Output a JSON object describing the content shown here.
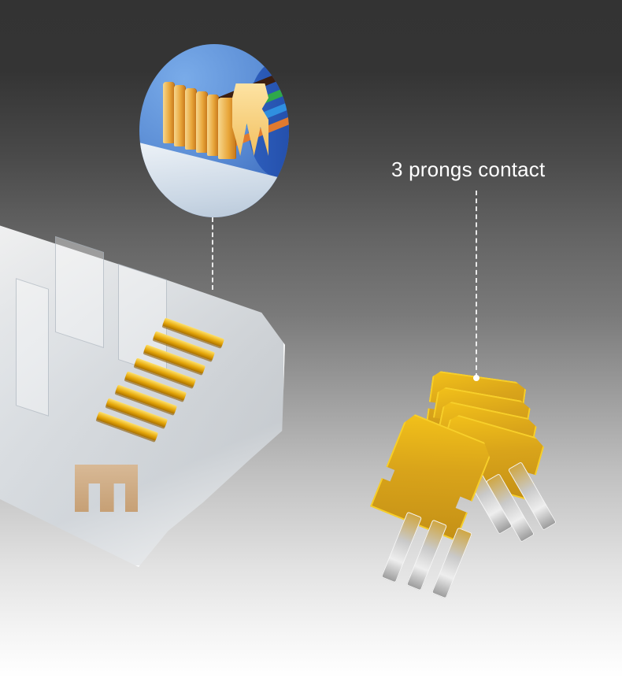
{
  "callout": {
    "label": "3 prongs contact"
  },
  "colors": {
    "background_top": "#333333",
    "background_mid": "#7a7a7a",
    "background_bottom": "#ffffff",
    "gold": "#d4a21c",
    "gold_highlight": "#f5c400",
    "label_text": "#ffffff",
    "detail_circle_blue": "#5d8fd6"
  },
  "icons": {
    "detail_magnifier": "detail-circle",
    "connector_dashes": "dashed-line"
  }
}
